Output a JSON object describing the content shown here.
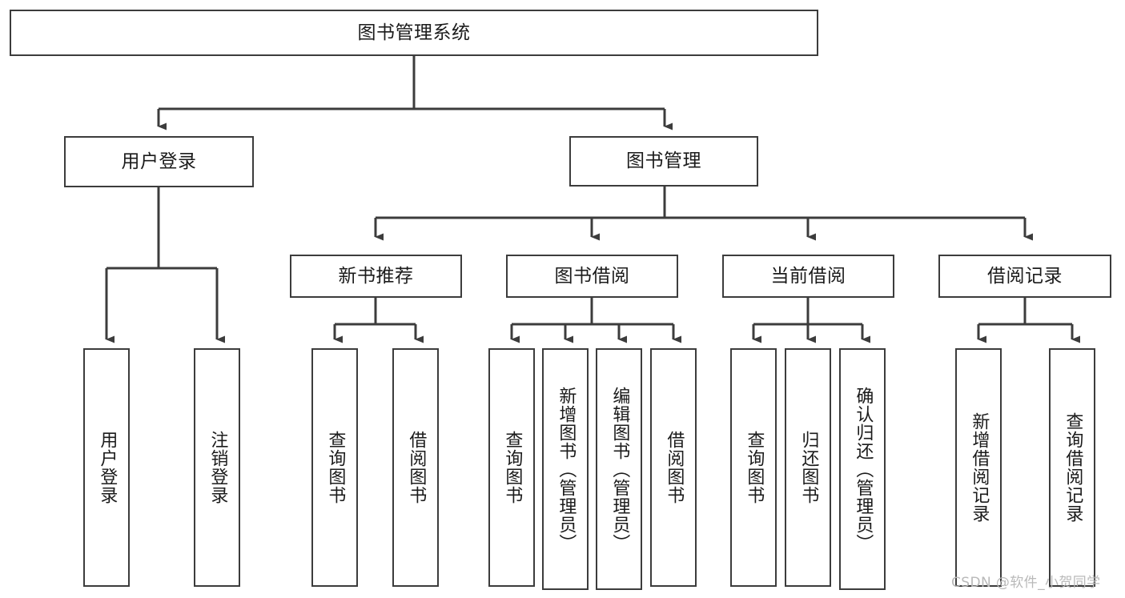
{
  "diagram": {
    "title": "图书管理系统",
    "type": "tree-hierarchy-chart",
    "colors": {
      "box_border": "#3c3c3c",
      "box_fill": "#ffffff",
      "connector": "#3c3c3c",
      "text": "#1b1b1b",
      "watermark": "#b9b9b9"
    },
    "root": {
      "label": "图书管理系统"
    },
    "level2": [
      {
        "label": "用户登录"
      },
      {
        "label": "图书管理"
      }
    ],
    "level3": [
      {
        "label": "新书推荐"
      },
      {
        "label": "图书借阅"
      },
      {
        "label": "当前借阅"
      },
      {
        "label": "借阅记录"
      }
    ],
    "leaves": {
      "user_login": [
        {
          "label": "用户登录"
        },
        {
          "label": "注销登录"
        }
      ],
      "new_book_recommend": [
        {
          "label": "查询图书"
        },
        {
          "label": "借阅图书"
        }
      ],
      "book_borrow": [
        {
          "label": "查询图书"
        },
        {
          "label": "新增图书（管理员）"
        },
        {
          "label": "编辑图书（管理员）"
        },
        {
          "label": "借阅图书"
        }
      ],
      "current_borrow": [
        {
          "label": "查询图书"
        },
        {
          "label": "归还图书"
        },
        {
          "label": "确认归还（管理员）"
        }
      ],
      "borrow_record": [
        {
          "label": "新增借阅记录"
        },
        {
          "label": "查询借阅记录"
        }
      ]
    },
    "watermark": "CSDN @软件_小贺同学"
  }
}
